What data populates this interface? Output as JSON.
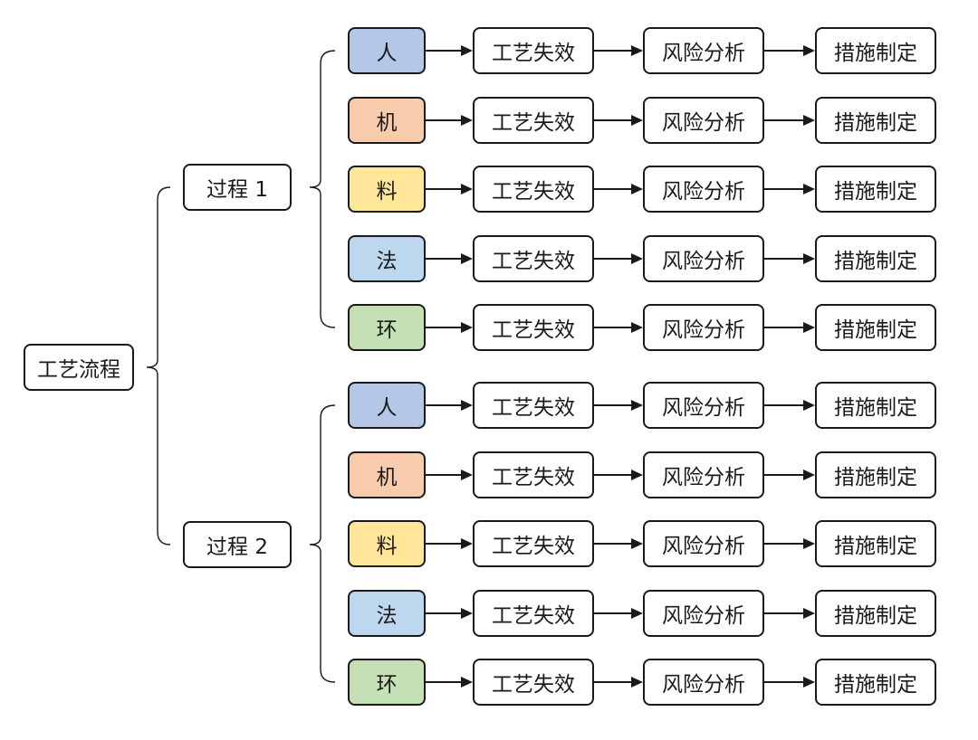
{
  "root": {
    "label": "工艺流程"
  },
  "steps": [
    "工艺失效",
    "风险分析",
    "措施制定"
  ],
  "factor_colors": {
    "人": "#b4c7e7",
    "机": "#f8cbad",
    "料": "#ffe699",
    "法": "#bdd7ee",
    "环": "#c5e0b4"
  },
  "line_color": "#1a1a1a",
  "processes": [
    {
      "label": "过程 1",
      "factors": [
        {
          "label": "人",
          "steps": [
            "工艺失效",
            "风险分析",
            "措施制定"
          ]
        },
        {
          "label": "机",
          "steps": [
            "工艺失效",
            "风险分析",
            "措施制定"
          ]
        },
        {
          "label": "料",
          "steps": [
            "工艺失效",
            "风险分析",
            "措施制定"
          ]
        },
        {
          "label": "法",
          "steps": [
            "工艺失效",
            "风险分析",
            "措施制定"
          ]
        },
        {
          "label": "环",
          "steps": [
            "工艺失效",
            "风险分析",
            "措施制定"
          ]
        }
      ]
    },
    {
      "label": "过程 2",
      "factors": [
        {
          "label": "人",
          "steps": [
            "工艺失效",
            "风险分析",
            "措施制定"
          ]
        },
        {
          "label": "机",
          "steps": [
            "工艺失效",
            "风险分析",
            "措施制定"
          ]
        },
        {
          "label": "料",
          "steps": [
            "工艺失效",
            "风险分析",
            "措施制定"
          ]
        },
        {
          "label": "法",
          "steps": [
            "工艺失效",
            "风险分析",
            "措施制定"
          ]
        },
        {
          "label": "环",
          "steps": [
            "工艺失效",
            "风险分析",
            "措施制定"
          ]
        }
      ]
    }
  ]
}
